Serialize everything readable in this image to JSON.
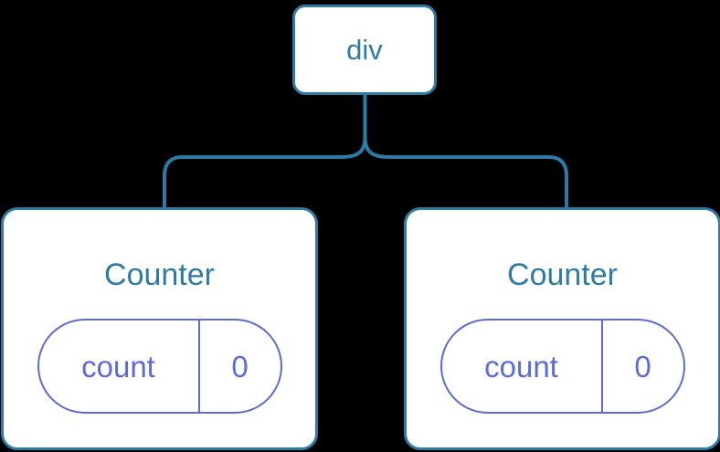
{
  "diagram": {
    "type": "component-tree",
    "background_color": "#000000",
    "node_fill": "#FFFFFF",
    "node_border_color": "#2E7BA6",
    "connector_color": "#2E7BA6",
    "state_accent_color": "#5C6BD6",
    "root": {
      "label": "div"
    },
    "children": [
      {
        "label": "Counter",
        "state": {
          "key": "count",
          "value": "0"
        }
      },
      {
        "label": "Counter",
        "state": {
          "key": "count",
          "value": "0"
        }
      }
    ]
  }
}
